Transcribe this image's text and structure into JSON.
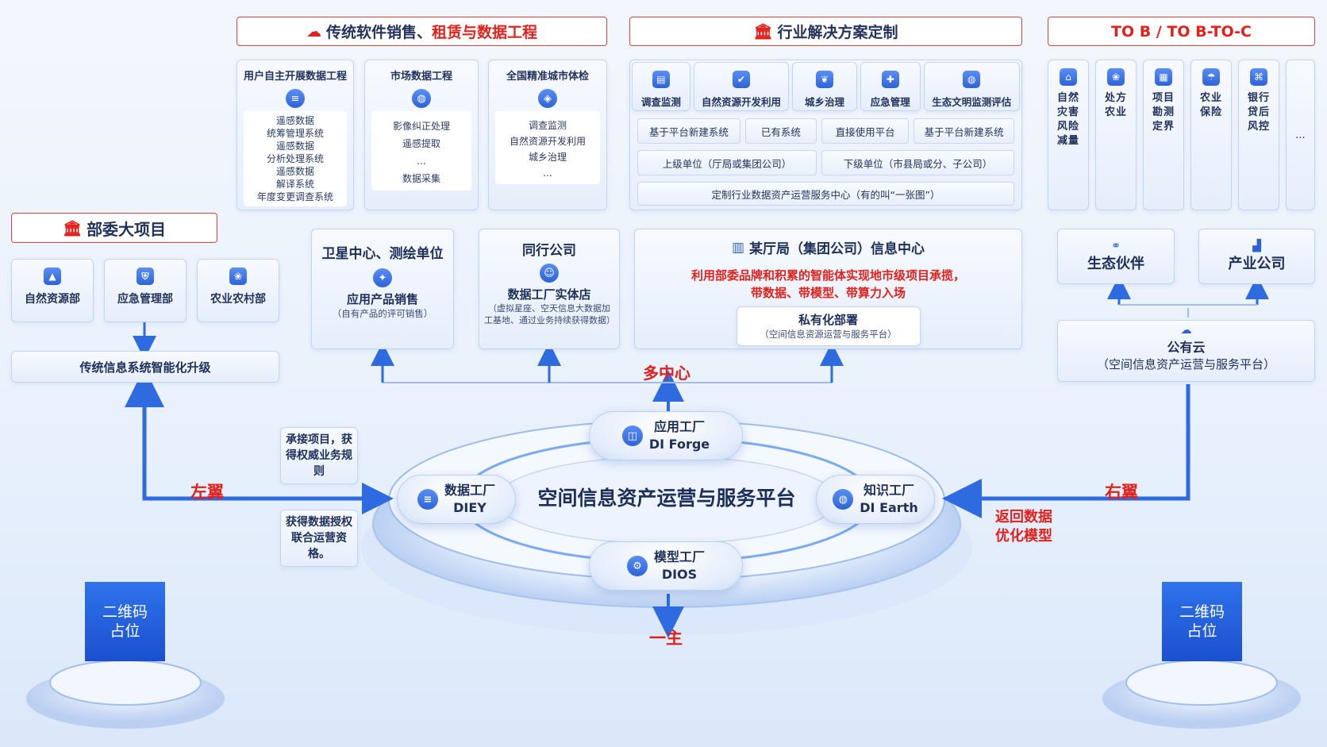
{
  "left_wing": {
    "header": "部委大项目",
    "ministries": [
      {
        "label": "自然资源部",
        "icon": "mountain-icon"
      },
      {
        "label": "应急管理部",
        "icon": "shield-icon"
      },
      {
        "label": "农业农村部",
        "icon": "plant-icon"
      }
    ],
    "upgrade": "传统信息系统智能化升级",
    "wing_label": "左翼",
    "note1": "承接项目，获得权威业务规则",
    "note2": "获得数据授权联合运营资格。"
  },
  "traditional": {
    "header_black": "传统软件销售、",
    "header_red": "租赁与数据工程",
    "columns": [
      {
        "title": "用户自主开展数据工程",
        "items": [
          "遥感数据",
          "统筹管理系统",
          "遥感数据",
          "分析处理系统",
          "遥感数据",
          "解译系统",
          "年度变更调查系统"
        ]
      },
      {
        "title": "市场数据工程",
        "items": [
          "影像纠正处理",
          "遥感提取",
          "...",
          "数据采集"
        ]
      },
      {
        "title": "全国精准城市体检",
        "items": [
          "调查监测",
          "自然资源开发利用",
          "城乡治理",
          "..."
        ]
      }
    ]
  },
  "industry": {
    "header": "行业解决方案定制",
    "tabs": [
      "调查监测",
      "自然资源开发利用",
      "城乡治理",
      "应急管理",
      "生态文明监测评估"
    ],
    "row1": [
      "基于平台新建系统",
      "已有系统",
      "直接使用平台",
      "基于平台新建系统"
    ],
    "row2": [
      "上级单位（厅局或集团公司）",
      "下级单位（市县局或分、子公司）"
    ],
    "row3": "定制行业数据资产运营服务中心（有的叫“一张图”）"
  },
  "toc": {
    "header": "TO B / TO B-TO-C",
    "columns": [
      "自然灾害风险减量",
      "处方农业",
      "项目勘测定界",
      "农业保险",
      "银行贷后风控",
      "..."
    ]
  },
  "mid": {
    "satellite": {
      "title": "卫星中心、测绘单位",
      "sub": "应用产品销售",
      "note": "（自有产品的评可销售）"
    },
    "peer": {
      "title": "同行公司",
      "sub": "数据工厂实体店",
      "note": "（虚拟星座、空天信息大数据加工基地、通过业务持续获得数据）"
    },
    "bureau": {
      "title": "某厅局（集团公司）信息中心",
      "red1": "利用部委品牌和积累的智能体实现地市级项目承揽，",
      "red2": "带数据、带模型、带算力入场",
      "private": "私有化部署",
      "private_note": "（空间信息资源运营与服务平台）"
    },
    "multi_center": "多中心"
  },
  "right_wing": {
    "eco": "生态伙伴",
    "industry_co": "产业公司",
    "cloud": "公有云",
    "cloud_note": "（空间信息资产运营与服务平台）",
    "wing_label": "右翼",
    "feedback": "返回数据优化模型"
  },
  "platform": {
    "title": "空间信息资产运营与服务平台",
    "nodes": [
      {
        "cn": "应用工厂",
        "en": "DI Forge",
        "icon": "cube-icon"
      },
      {
        "cn": "数据工厂",
        "en": "DIEY",
        "icon": "database-icon"
      },
      {
        "cn": "知识工厂",
        "en": "DI Earth",
        "icon": "globe-icon"
      },
      {
        "cn": "模型工厂",
        "en": "DIOS",
        "icon": "gear-icon"
      }
    ],
    "main_label": "一主"
  },
  "qr": {
    "left": "二维码占位",
    "right": "二维码占位"
  }
}
